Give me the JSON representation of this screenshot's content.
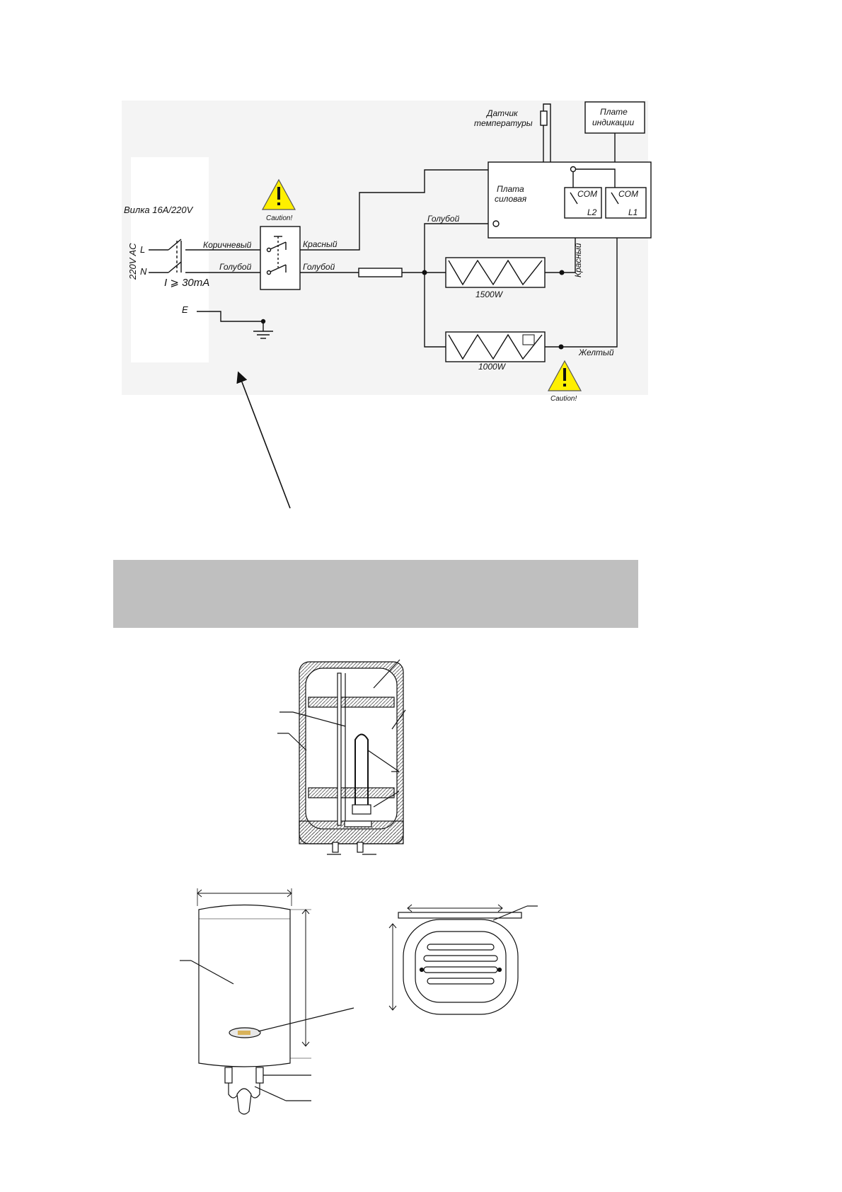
{
  "diagram": {
    "title": "",
    "plug": "Вилка 16A/220V",
    "supply": "220V AC",
    "line_l": "L",
    "line_n": "N",
    "earth": "E",
    "rcd": "I ⩾ 30mA",
    "wire_brown": "Коричневый",
    "wire_blue_in": "Голубой",
    "wire_red": "Красный",
    "wire_blue_out": "Голубой",
    "wire_blue_board": "Голубой",
    "wire_red_vertical": "Красный",
    "wire_yellow": "Желтый",
    "caution": "Caution!",
    "sensor_line1": "Датчик",
    "sensor_line2": "температуры",
    "display_line1": "Плате",
    "display_line2": "индикации",
    "power_line1": "Плата",
    "power_line2": "силовая",
    "com": "COM",
    "relay_l2": "L2",
    "relay_l1": "L1",
    "heater1": "1500W",
    "heater2": "1000W"
  },
  "colors": {
    "warning": "#ffef00",
    "band": "#bfbfbf",
    "line": "#111111"
  },
  "icons": [
    "warning-triangle-icon",
    "ground-symbol-icon",
    "thermal-fuse-icon"
  ]
}
